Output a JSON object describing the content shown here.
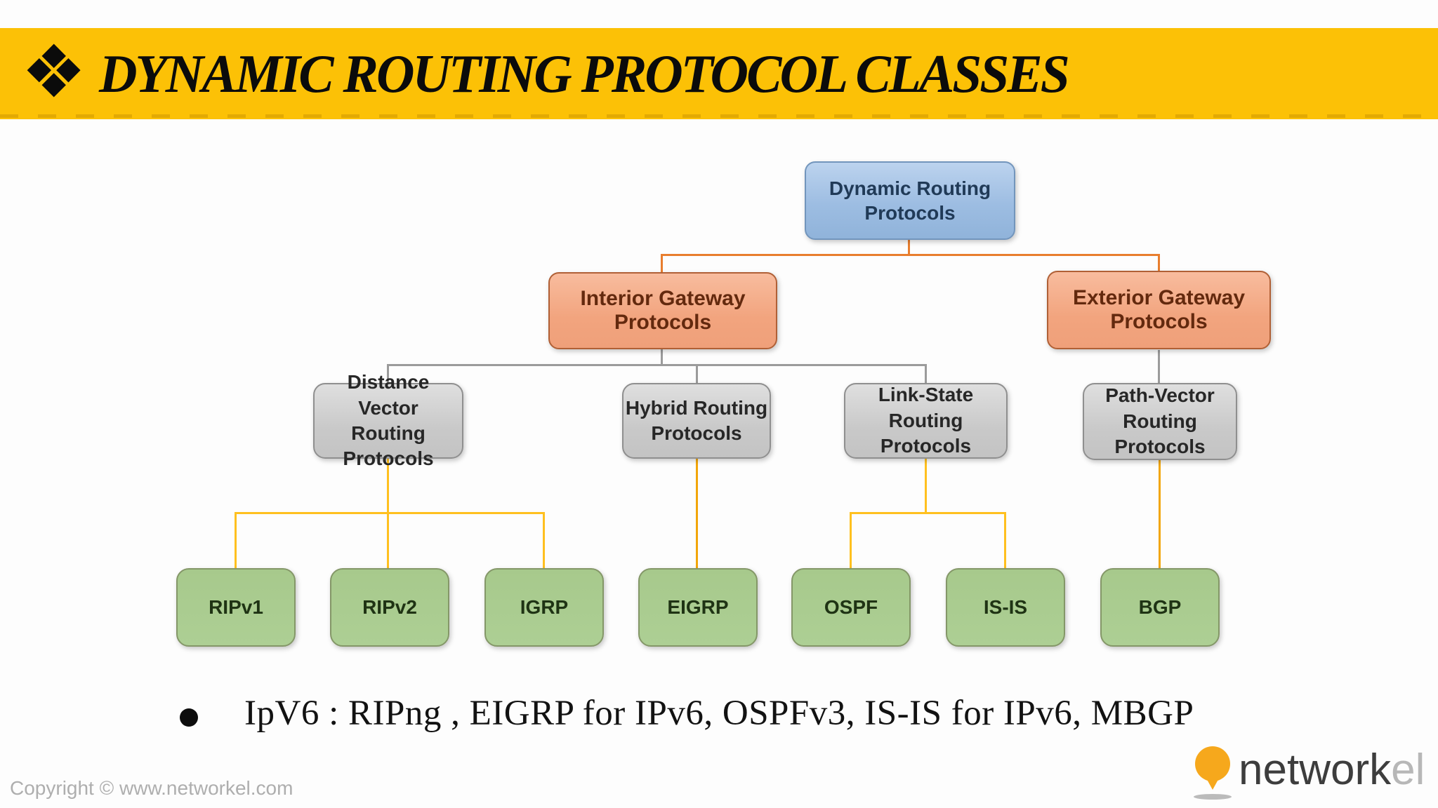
{
  "slide": {
    "header": {
      "icon": "❖",
      "title": "DYNAMIC ROUTING PROTOCOL CLASSES"
    },
    "diagram": {
      "root": {
        "label": "Dynamic Routing\nProtocols"
      },
      "level2": [
        {
          "label": "Interior Gateway Protocols"
        },
        {
          "label": "Exterior Gateway Protocols"
        }
      ],
      "level3": [
        {
          "label": "Distance Vector\nRouting Protocols"
        },
        {
          "label": "Hybrid Routing\nProtocols"
        },
        {
          "label": "Link-State Routing\nProtocols"
        },
        {
          "label": "Path-Vector\nRouting Protocols"
        }
      ],
      "level4": [
        {
          "label": "RIPv1"
        },
        {
          "label": "RIPv2"
        },
        {
          "label": "IGRP"
        },
        {
          "label": "EIGRP"
        },
        {
          "label": "OSPF"
        },
        {
          "label": "IS-IS"
        },
        {
          "label": "BGP"
        }
      ]
    },
    "note": {
      "text": "IpV6 : RIPng , EIGRP for IPv6, OSPFv3, IS-IS for IPv6, MBGP"
    },
    "footer": {
      "copyright": "Copyright © www.networkel.com",
      "logo": {
        "brand_dark": "network",
        "brand_light": "el"
      }
    },
    "colors": {
      "header_bar": "#FCC106",
      "root_fill": "#A5C3E6",
      "gateway_fill": "#F3A780",
      "class_fill": "#CBCBCB",
      "protocol_fill": "#A9CB8E",
      "connector_orange": "#E87E2E",
      "connector_gray": "#9B9B9B",
      "connector_yellow": "#FFC01F"
    }
  }
}
